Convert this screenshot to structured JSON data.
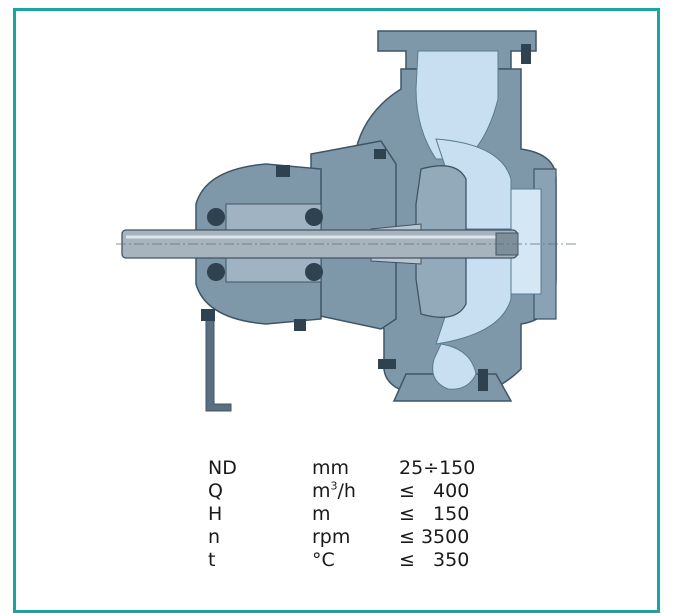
{
  "colors": {
    "frame": "#17a6a1",
    "casing": "#7e98aa",
    "casing_dark": "#3f5566",
    "water": "#c7dff1",
    "shaft": "#a8b4bd",
    "bolt": "#2e4250"
  },
  "diagram": {
    "subject": "pump cross-section"
  },
  "specs": {
    "rows": [
      {
        "param": "ND",
        "unit": "mm",
        "unit_sup": "",
        "unit_tail": "",
        "value": "25÷150"
      },
      {
        "param": "Q",
        "unit": "m",
        "unit_sup": "3",
        "unit_tail": "/h",
        "value": "≤   400"
      },
      {
        "param": "H",
        "unit": "m",
        "unit_sup": "",
        "unit_tail": "",
        "value": "≤   150"
      },
      {
        "param": "n",
        "unit": "rpm",
        "unit_sup": "",
        "unit_tail": "",
        "value": "≤ 3500"
      },
      {
        "param": "t",
        "unit": "°C",
        "unit_sup": "",
        "unit_tail": "",
        "value": "≤   350"
      }
    ]
  }
}
